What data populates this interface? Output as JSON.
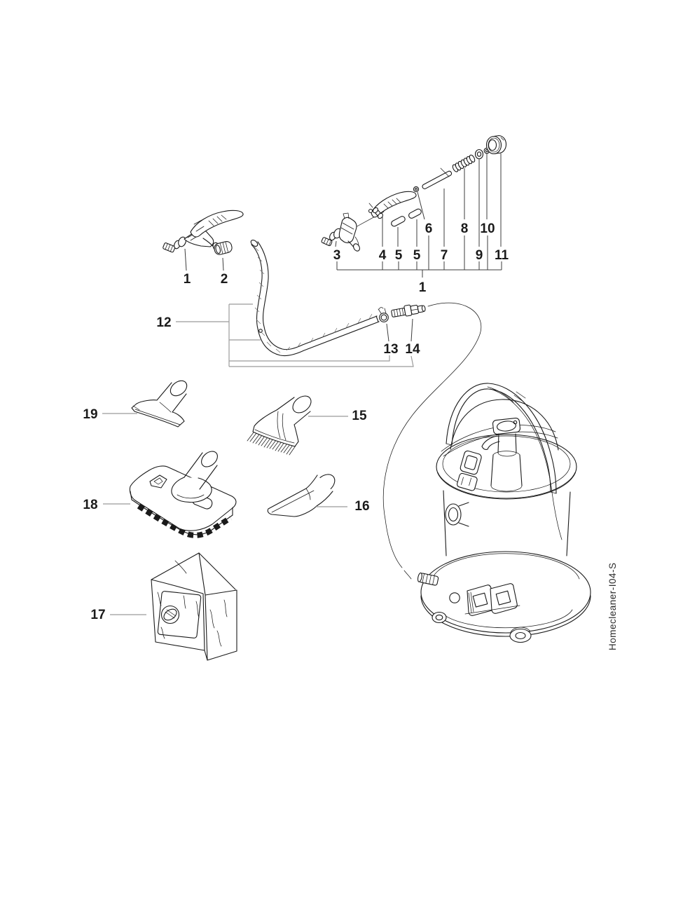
{
  "diagram": {
    "code": "Homecleaner-I04-S",
    "colors": {
      "ink": "#1a1a1a",
      "leader_dark": "#3c3c3c",
      "leader_gray": "#9b9b9b",
      "background": "#ffffff"
    },
    "callouts": {
      "gun_assembly": "1",
      "adapter_sleeve": "2",
      "valve_body": "3",
      "trigger_lever": "4",
      "pin_front": "5",
      "pin_rear": "5",
      "seal_ring": "6",
      "plunger_rod": "7",
      "spring": "8",
      "retainer_nut": "9",
      "o_ring": "10",
      "end_cap": "11",
      "handle_group": "1",
      "suction_hose": "12",
      "hose_clamp": "13",
      "hose_connector": "14",
      "round_brush_nozzle": "15",
      "crevice_nozzle": "16",
      "filter_bag": "17",
      "floor_nozzle": "18",
      "upholstery_nozzle": "19"
    }
  }
}
